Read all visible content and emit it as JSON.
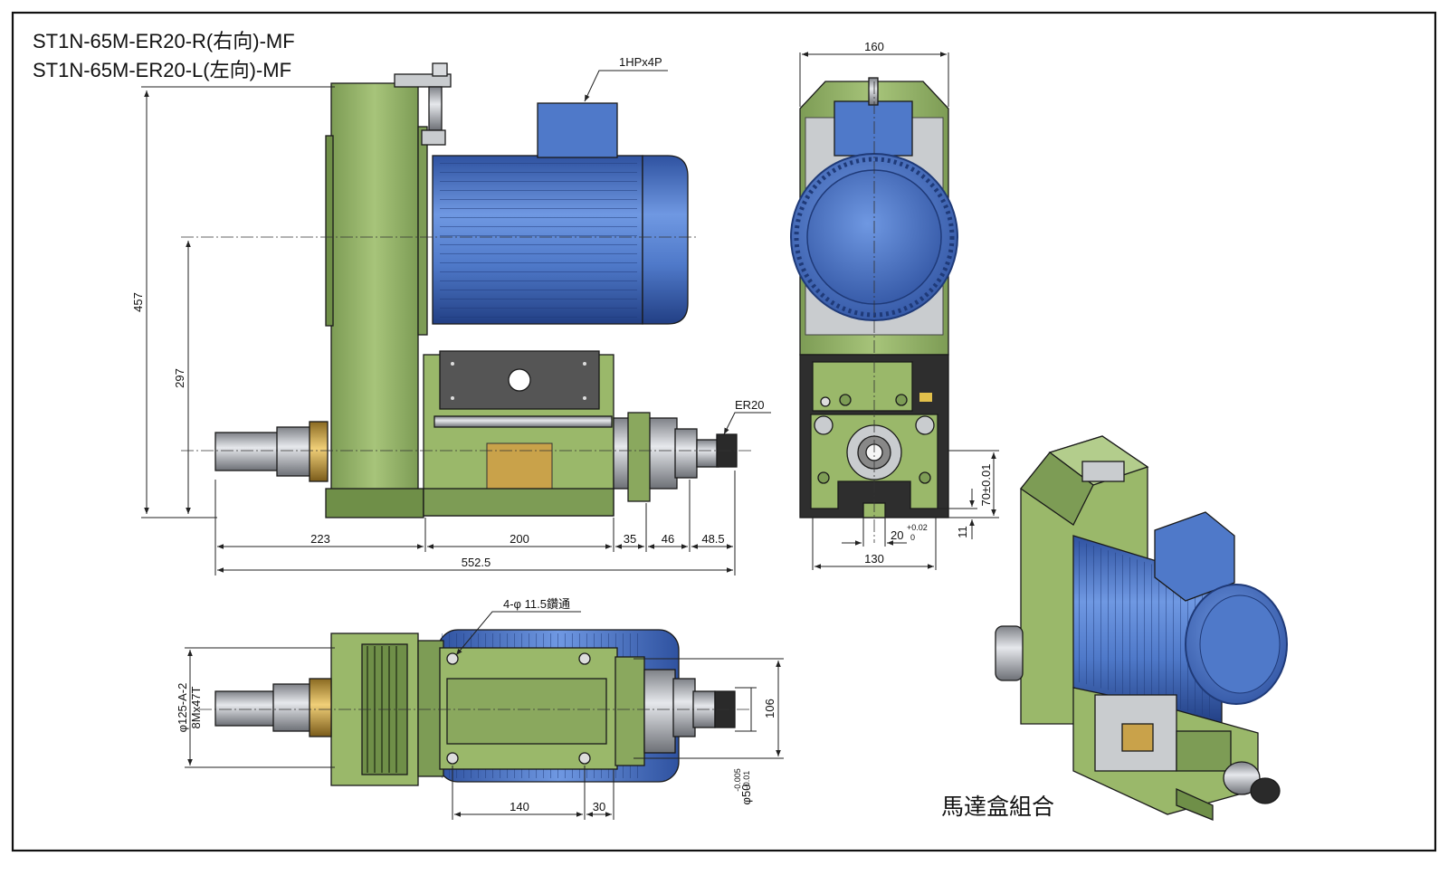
{
  "titles": {
    "line1": "ST1N-65M-ER20-R(右向)-MF",
    "line2": "ST1N-65M-ER20-L(左向)-MF"
  },
  "caption": "馬達盒組合",
  "labels": {
    "motor": "1HPx4P",
    "collet": "ER20",
    "holes": "4-φ 11.5鑽通",
    "bearing": "φ125-A-2",
    "belt": "8Mx47T"
  },
  "dimensions": {
    "side": {
      "height_total": "457",
      "height_center": "297",
      "len_a": "223",
      "len_b": "200",
      "len_c": "35",
      "len_d": "46",
      "len_e": "48.5",
      "len_total": "552.5"
    },
    "front": {
      "width_top": "160",
      "width_bottom": "130",
      "slot_width": "20",
      "slot_tol_upper": "+0.02",
      "slot_tol_lower": "0",
      "slot_depth": "11",
      "center_height": "70±0.01"
    },
    "top": {
      "span": "106",
      "hole_pitch": "140",
      "edge": "30",
      "bore": "φ50",
      "bore_tol_upper": "-0.005",
      "bore_tol_lower": "-0.01"
    }
  },
  "colors": {
    "housing_green": "#9ab86a",
    "housing_dark": "#6f8f48",
    "motor_blue": "#4f79c9",
    "motor_dark": "#2f52a0",
    "steel": "#b9bcc2",
    "brass": "#c9a24a",
    "plate": "#555555"
  }
}
